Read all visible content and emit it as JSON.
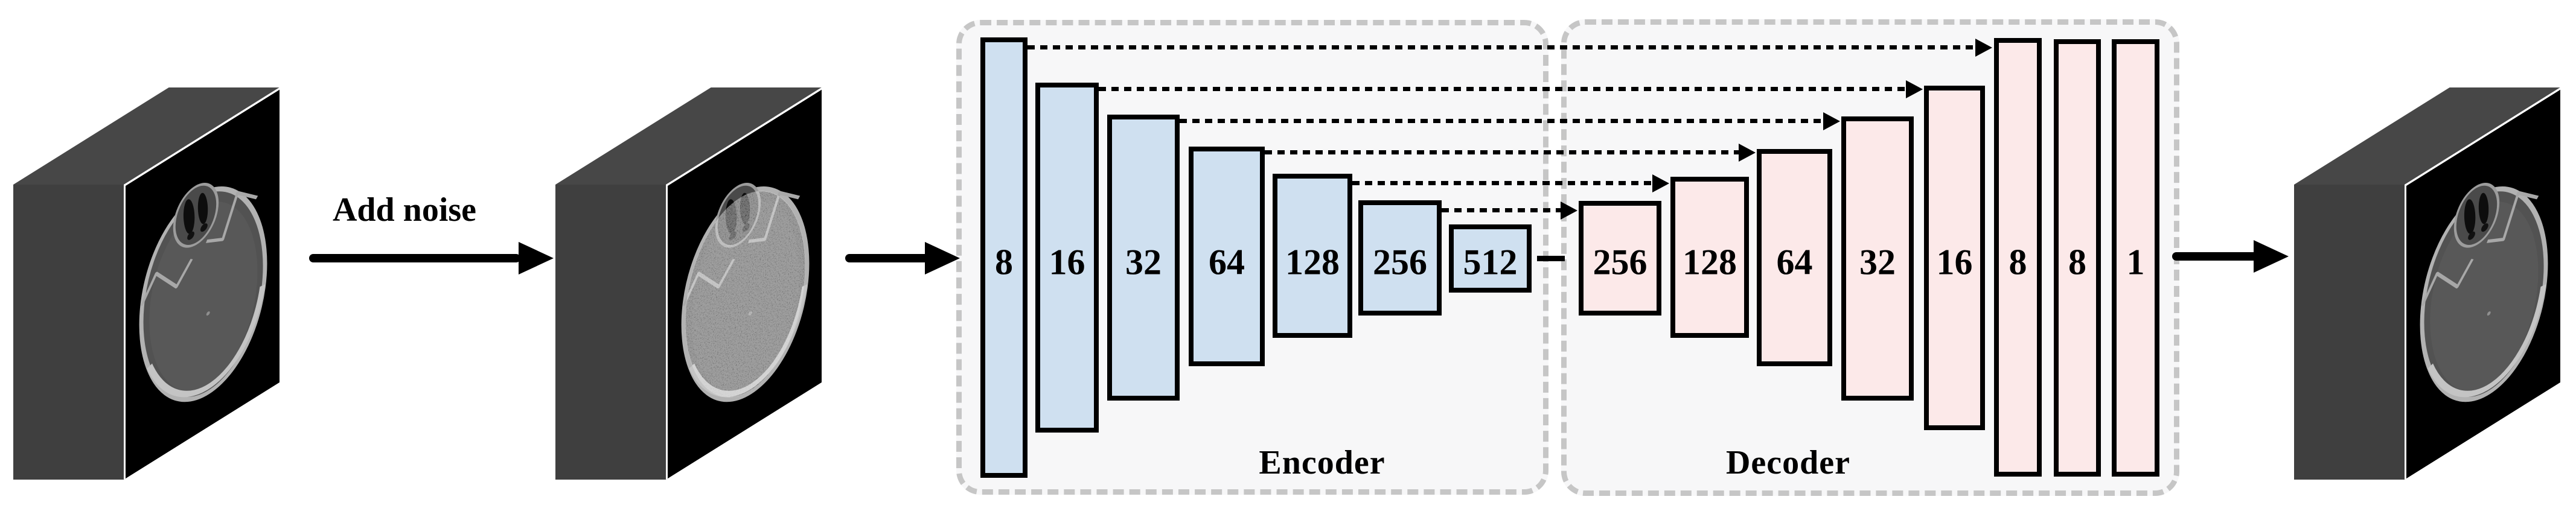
{
  "figure": {
    "type": "encoder-decoder denoising network diagram",
    "add_noise_label": "Add noise",
    "encoder": {
      "label": "Encoder",
      "bars": [
        "8",
        "16",
        "32",
        "64",
        "128",
        "256",
        "512"
      ]
    },
    "decoder": {
      "label": "Decoder",
      "bars": [
        "256",
        "128",
        "64",
        "32",
        "16",
        "8",
        "8",
        "1"
      ]
    },
    "skip_connections": 6,
    "colors": {
      "encoder_bar_fill": "#cfe0f0",
      "decoder_bar_fill": "#fce9e9",
      "panel_fill": "#f7f7f8",
      "panel_border": "#c6c6c6",
      "bar_border": "#000000",
      "volume_gray": "#3f3f3f",
      "arrow_black": "#000000"
    }
  }
}
